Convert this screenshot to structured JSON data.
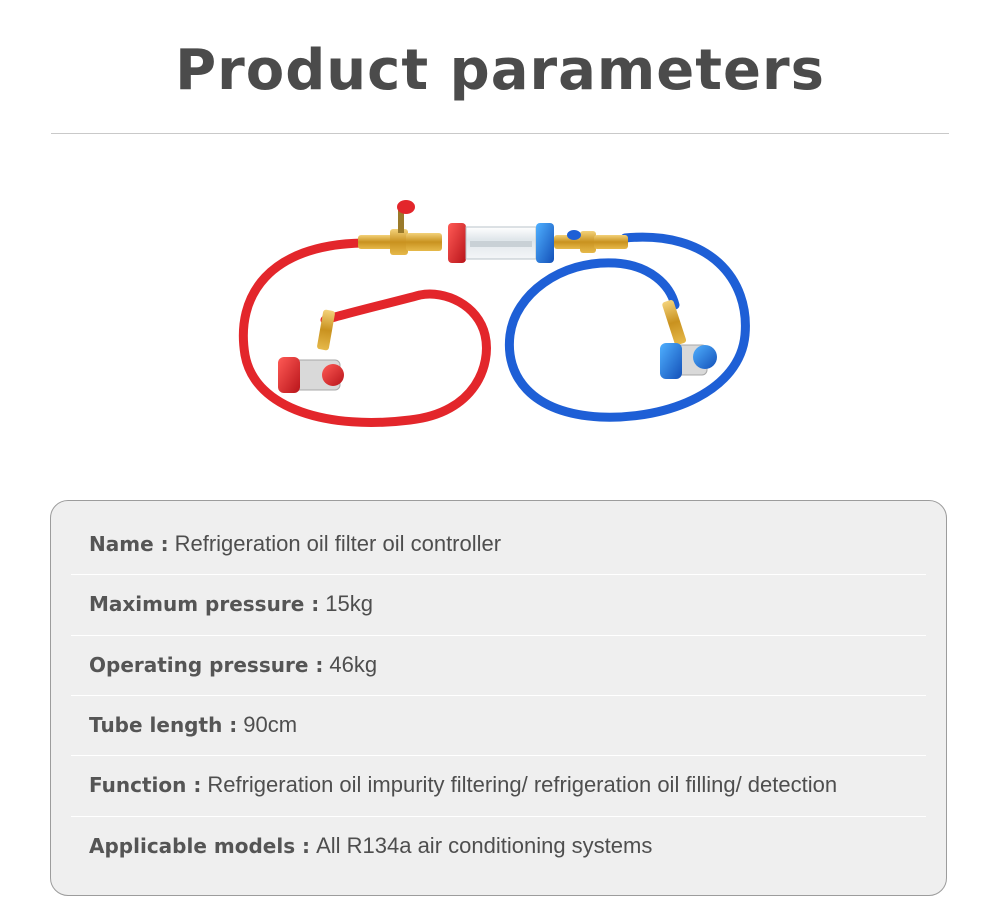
{
  "header": {
    "title": "Product parameters"
  },
  "image": {
    "alt_icon": "refrigeration-oil-filter-kit"
  },
  "colors": {
    "red_hose": "#e3262b",
    "blue_hose": "#1e5fd6",
    "brass": "#d9a530",
    "text": "#4e4e4e"
  },
  "specs": [
    {
      "label": "Name :",
      "value": "Refrigeration oil filter oil controller"
    },
    {
      "label": "Maximum pressure :",
      "value": "15kg"
    },
    {
      "label": "Operating pressure :",
      "value": "46kg"
    },
    {
      "label": "Tube length :",
      "value": "90cm"
    },
    {
      "label": "Function :",
      "value": "Refrigeration oil impurity filtering/ refrigeration oil filling/ detection"
    },
    {
      "label": "Applicable models :",
      "value": "All R134a air conditioning systems"
    }
  ]
}
